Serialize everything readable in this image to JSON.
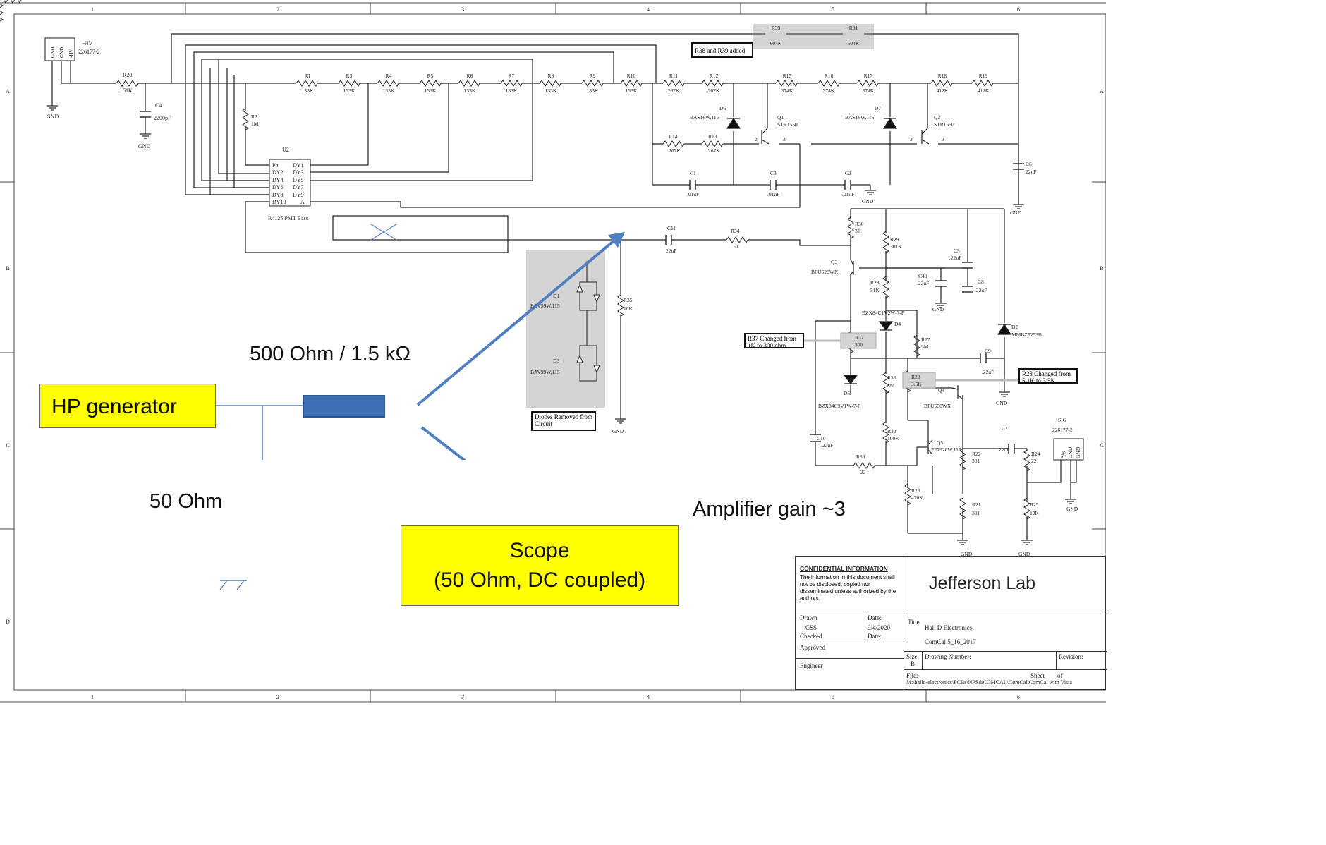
{
  "frame": {
    "cols": [
      "1",
      "2",
      "3",
      "4",
      "5",
      "6"
    ],
    "rows": [
      "A",
      "B",
      "C",
      "D"
    ]
  },
  "components": {
    "hv_conn": [
      "GND",
      "GND",
      "-HV"
    ],
    "hv_label": "-HV",
    "hv_part": "226177-2",
    "gnd": "GND",
    "R20": [
      "R20",
      "51K"
    ],
    "C4": [
      "C4",
      "2200pF"
    ],
    "R1": [
      "R1",
      "133K"
    ],
    "R3": [
      "R3",
      "133K"
    ],
    "R4": [
      "R4",
      "133K"
    ],
    "R5": [
      "R5",
      "133K"
    ],
    "R6": [
      "R6",
      "133K"
    ],
    "R7": [
      "R7",
      "133K"
    ],
    "R8": [
      "R8",
      "133K"
    ],
    "R9": [
      "R9",
      "133K"
    ],
    "R10": [
      "R10",
      "133K"
    ],
    "R11": [
      "R11",
      "267K"
    ],
    "R12": [
      "R12",
      "267K"
    ],
    "R15": [
      "R15",
      "374K"
    ],
    "R16": [
      "R16",
      "374K"
    ],
    "R17": [
      "R17",
      "374K"
    ],
    "R18": [
      "R18",
      "412K"
    ],
    "R19": [
      "R19",
      "412K"
    ],
    "R39": [
      "R39",
      "604K"
    ],
    "R31": [
      "R31",
      "604K"
    ],
    "R2": [
      "R2",
      "1M"
    ],
    "R14": [
      "R14",
      "267K"
    ],
    "R13": [
      "R13",
      "267K"
    ],
    "D6": [
      "D6",
      "BAS16W,115"
    ],
    "D7": [
      "D7",
      "BAS16W,115"
    ],
    "Q1": [
      "Q1",
      "STR1550"
    ],
    "Q2": [
      "Q2",
      "STR1550"
    ],
    "C1": [
      "C1",
      ".01uF"
    ],
    "C3": [
      "C3",
      ".01uF"
    ],
    "C2": [
      "C2",
      ".01uF"
    ],
    "C6": [
      "C6",
      "22uF"
    ],
    "U2": "U2",
    "u2_pins_left": [
      "Ph",
      "DY2",
      "DY4",
      "DY6",
      "DY8",
      "DY10"
    ],
    "u2_pins_right": [
      "DY1",
      "DY3",
      "DY5",
      "DY7",
      "DY9",
      "A"
    ],
    "u2_name": "R4125 PMT Base",
    "C11": [
      "C11",
      "22uF"
    ],
    "R34": [
      "R34",
      "51"
    ],
    "R35": [
      "R35",
      "10K"
    ],
    "D1": [
      "D1",
      "BAV99W,115"
    ],
    "D3": [
      "D3",
      "BAV99W,115"
    ],
    "R30": [
      "R30",
      "3K"
    ],
    "R29": [
      "R29",
      "301K"
    ],
    "Q3": [
      "Q3",
      "BFU520WX"
    ],
    "C5": [
      "C5",
      ".22uF"
    ],
    "C40": [
      "C40",
      ".22uF"
    ],
    "C8": [
      "C8",
      ".22uF"
    ],
    "R28": [
      "R28",
      "51K"
    ],
    "D4": [
      "D4",
      "BZX84C1V2W-7-F"
    ],
    "R37": [
      "R37",
      "300"
    ],
    "R27": [
      "R27",
      "3M"
    ],
    "D2": [
      "D2",
      "MMBZ5253B"
    ],
    "C9": [
      "C9",
      ".22uF"
    ],
    "D5": [
      "D5",
      "BZX84C9V1W-7-F"
    ],
    "R36": [
      "R36",
      "3M"
    ],
    "R23": [
      "R23",
      "3.5K"
    ],
    "Q4": [
      "Q4",
      "BFU550WX"
    ],
    "R32": [
      "R32",
      "100K"
    ],
    "Q5": [
      "Q5",
      "FF7920W,115"
    ],
    "C10": [
      "C10",
      ".22uF"
    ],
    "R33": [
      "R33",
      "22"
    ],
    "C7": [
      "C7",
      ".22uF"
    ],
    "R22": [
      "R22",
      "301"
    ],
    "R24": [
      "R24",
      "22"
    ],
    "R26": [
      "R26",
      "470K"
    ],
    "R21": [
      "R21",
      "301"
    ],
    "R25": [
      "R25",
      "10K"
    ],
    "sig_conn": [
      "Sig",
      "GND",
      "GND"
    ],
    "sig_label": "SIG",
    "sig_part": "226177-2"
  },
  "notes": {
    "r38_r39": "R38 and R39 added",
    "diodes_removed": "Diodes Removed from Circuit",
    "r37_changed": "R37 Changed from 1K to 300 ohm",
    "r23_changed": "R23 Changed from 5.1K to 3.5K"
  },
  "overlay": {
    "hp_generator": "HP generator",
    "series_resistor": "500 Ohm / 1.5 kΩ",
    "shunt_resistor": "50 Ohm",
    "scope_line1": "Scope",
    "scope_line2": "(50 Ohm, DC coupled)",
    "gain": "Amplifier gain ~3"
  },
  "title_block": {
    "confidential_heading": "CONFIDENTIAL INFORMATION",
    "confidential_body": "The information in this document shall not be disclosed, copied nor disseminated unless authorized by the authors.",
    "logo": "Jefferson Lab",
    "drawn_label": "Drawn",
    "drawn_value": "CSS",
    "date_label": "Date:",
    "date_value": "9/4/2020",
    "checked_label": "Checked",
    "checked_date_label": "Date:",
    "approved_label": "Approved",
    "engineer_label": "Engineer",
    "title_label": "Title",
    "title_line1": "Hall D Electronics",
    "title_line2": "ComCal 5_16_2017",
    "size_label": "Size:",
    "size_value": "B",
    "drawing_number_label": "Drawing Number:",
    "revision_label": "Revision:",
    "file_label": "File:",
    "file_value": "M:\\halld-electronics\\PCBs\\NPS&COMCAL\\ComCal\\ComCal with Vista",
    "sheet_label": "Sheet",
    "sheet_of": "of"
  },
  "colors": {
    "arrow": "#4f7fbf",
    "box_fill": "#3f6fb3",
    "highlight": "#ffff00",
    "note_gray": "#d4d4d4"
  }
}
